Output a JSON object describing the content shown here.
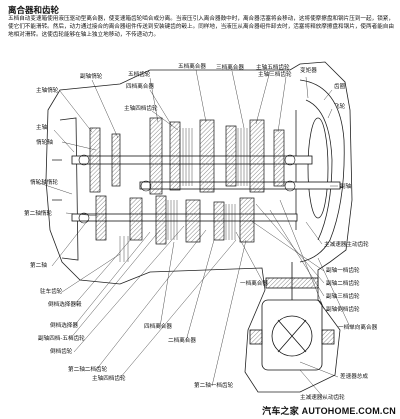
{
  "title": "离合器和齿轮",
  "intro": "五档自动变速箱使用液压驱动型离合器，使变速箱齿轮啮合或分离。当液压引入离合器鼓中时，离合器活塞将会移动，这将使摩擦盘和钢片压到一起，锁紧，使它们不能滑转。然后，动力通过接合的离合器组件传送到安装键齿的毂上。同样地，当液压从离合器组件卸去时，活塞将释放摩擦盘和钢片，使两者能自由地相对滑转。这使齿轮能够在轴上独立地移动，不传递动力。",
  "labels": {
    "main_shaft_counter_gear": "主轴惰轮",
    "countershaft_counter_gear": "副轴惰轮",
    "fifth_gear": "五档齿轮",
    "fourth_clutch": "四档离合器",
    "main_shaft_fourth_gear": "主轴四档齿轮",
    "fifth_clutch": "五档离合器",
    "third_clutch": "三档离合器",
    "main_shaft_fifth_gear": "主轴五档齿轮",
    "main_shaft_third_gear": "主轴三档齿轮",
    "torque_converter": "变矩器",
    "gear_ring": "齿圈",
    "flywheel": "飞轮",
    "main_shaft_left": "主轴",
    "idler_shaft": "惰轮轴",
    "idler_shaft_gear": "惰轮轴惰轮",
    "countershaft_right": "副轴",
    "second_shaft_gear": "第二轴惰轮",
    "final_drive_gear": "主减速器主动齿轮",
    "second_shaft": "第二轴",
    "countershaft_first_gear": "副轴一档齿轮",
    "first_clutch": "一档离合器",
    "parking_gear": "驻车齿轮",
    "countershaft_second_gear": "副轴二档齿轮",
    "reverse_selector_hub": "倒档选择器毂",
    "countershaft_third_gear": "副轴三档齿轮",
    "countershaft_reverse_gear": "副轴倒档齿轮",
    "first_one_way_clutch": "一档单向离合器",
    "reverse_selector": "倒档选择器",
    "countershaft_fourth_fifth_gear": "副轴四档-五档齿轮",
    "reverse_gear": "倒档齿轮",
    "second_clutch": "二档离合器",
    "second_shaft_second_gear": "第二轴二档齿轮",
    "second_shaft_first_gear": "第二轴一档齿轮",
    "differential": "差速器总成",
    "final_driven_gear": "主减速器从动齿轮"
  },
  "watermark": "汽车之家 AUTOHOME.COM.CN"
}
